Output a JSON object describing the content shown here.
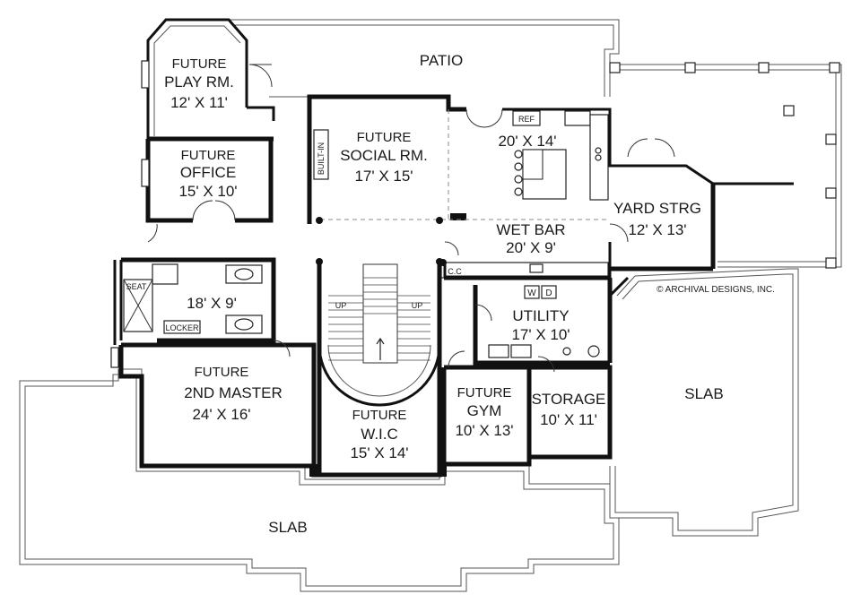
{
  "rooms": {
    "patio": {
      "name": "PATIO"
    },
    "play_room": {
      "line1": "FUTURE",
      "line2": "PLAY RM.",
      "size": "12' X 11'"
    },
    "social_room": {
      "line1": "FUTURE",
      "line2": "SOCIAL RM.",
      "size": "17' X 15'"
    },
    "kitchen": {
      "size": "20' X 14'"
    },
    "office": {
      "line1": "FUTURE",
      "line2": "OFFICE",
      "size": "15' X 10'"
    },
    "yard_storage": {
      "name": "YARD STRG",
      "size": "12' X 13'"
    },
    "wet_bar": {
      "name": "WET BAR",
      "size": "20' X 9'"
    },
    "bath": {
      "size": "18' X 9'"
    },
    "utility": {
      "name": "UTILITY",
      "size": "17' X 10'"
    },
    "second_master": {
      "line1": "FUTURE",
      "line2": "2ND MASTER",
      "size": "24' X 16'"
    },
    "wic": {
      "line1": "FUTURE",
      "line2": "W.I.C",
      "size": "15' X 14'"
    },
    "gym": {
      "line1": "FUTURE",
      "line2": "GYM",
      "size": "10' X 13'"
    },
    "storage": {
      "name": "STORAGE",
      "size": "10' X 11'"
    },
    "slab_right": {
      "name": "SLAB"
    },
    "slab_bottom": {
      "name": "SLAB"
    }
  },
  "fixtures": {
    "built_in": "BUILT-IN",
    "ref": "REF",
    "seat": "SEAT",
    "locker": "LOCKER",
    "cc": "C.C",
    "washer": "W",
    "dryer": "D",
    "stair_up_left": "UP",
    "stair_up_right": "UP"
  },
  "copyright": "© ARCHIVAL DESIGNS, INC."
}
